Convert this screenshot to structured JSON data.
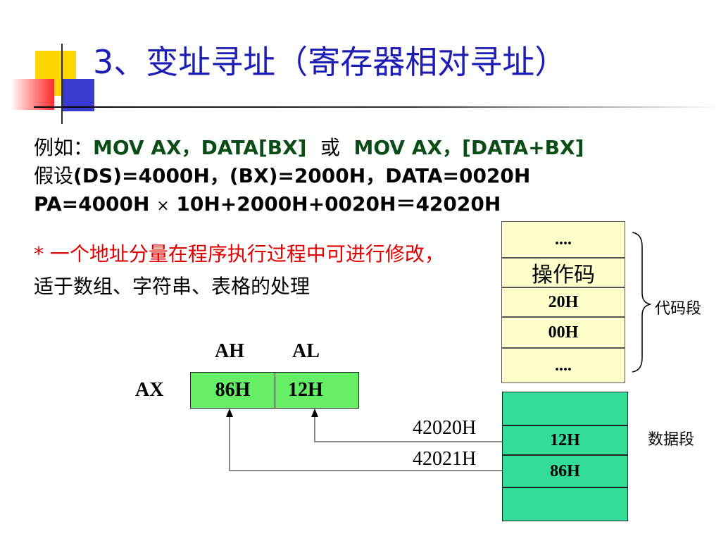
{
  "title": "3、变址寻址（寄存器相对寻址）",
  "example": {
    "prefix": "例如：",
    "instr1": "MOV  AX，DATA[BX]",
    "or": "或",
    "instr2": "MOV  AX，[DATA+BX]"
  },
  "assume": {
    "prefix": "假设",
    "text": "(DS)=4000H，(BX)=2000H，DATA=0020H"
  },
  "pa": {
    "left": "PA=4000H",
    "times": "×",
    "right": "10H+2000H+0020H＝42020H"
  },
  "note": {
    "red": "*  一个地址分量在程序执行过程中可进行修改，",
    "black": "适于数组、字符串、表格的处理"
  },
  "code_segment": {
    "label": "代码段",
    "cells": [
      "....",
      "操作码",
      "20H",
      "00H",
      "...."
    ]
  },
  "data_segment": {
    "label": "数据段",
    "cells": [
      "",
      "12H",
      "86H",
      ""
    ],
    "addresses": [
      "42020H",
      "42021H"
    ]
  },
  "register": {
    "name": "AX",
    "high_label": "AH",
    "low_label": "AL",
    "high_value": "86H",
    "low_value": "12H"
  },
  "colors": {
    "title": "#1d1db5",
    "note_red": "#e00000",
    "instr_green": "#0b4d16",
    "code_fill": "#FFFFCC",
    "data_fill": "#33DD99",
    "reg_fill": "#66EE66"
  }
}
